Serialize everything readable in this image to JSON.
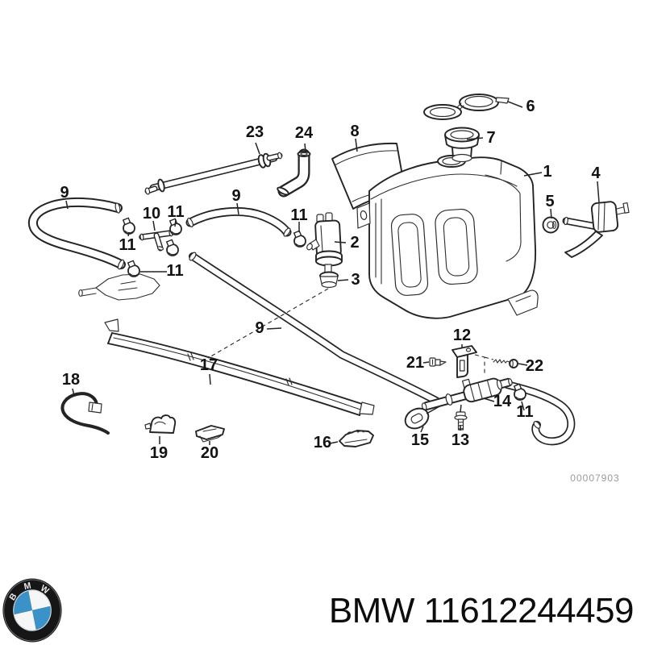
{
  "diagram": {
    "watermark": "00007903",
    "callouts": [
      "1",
      "2",
      "3",
      "4",
      "5",
      "6",
      "7",
      "8",
      "9",
      "9",
      "9",
      "10",
      "11",
      "11",
      "11",
      "11",
      "11",
      "12",
      "13",
      "14",
      "15",
      "16",
      "17",
      "18",
      "19",
      "20",
      "21",
      "22",
      "23",
      "24"
    ]
  },
  "branding": {
    "caption": "BMW 11612244459",
    "logo": {
      "letters": [
        "B",
        "M",
        "W"
      ],
      "blue": "#3b92c8",
      "ring_color": "#161616"
    }
  }
}
